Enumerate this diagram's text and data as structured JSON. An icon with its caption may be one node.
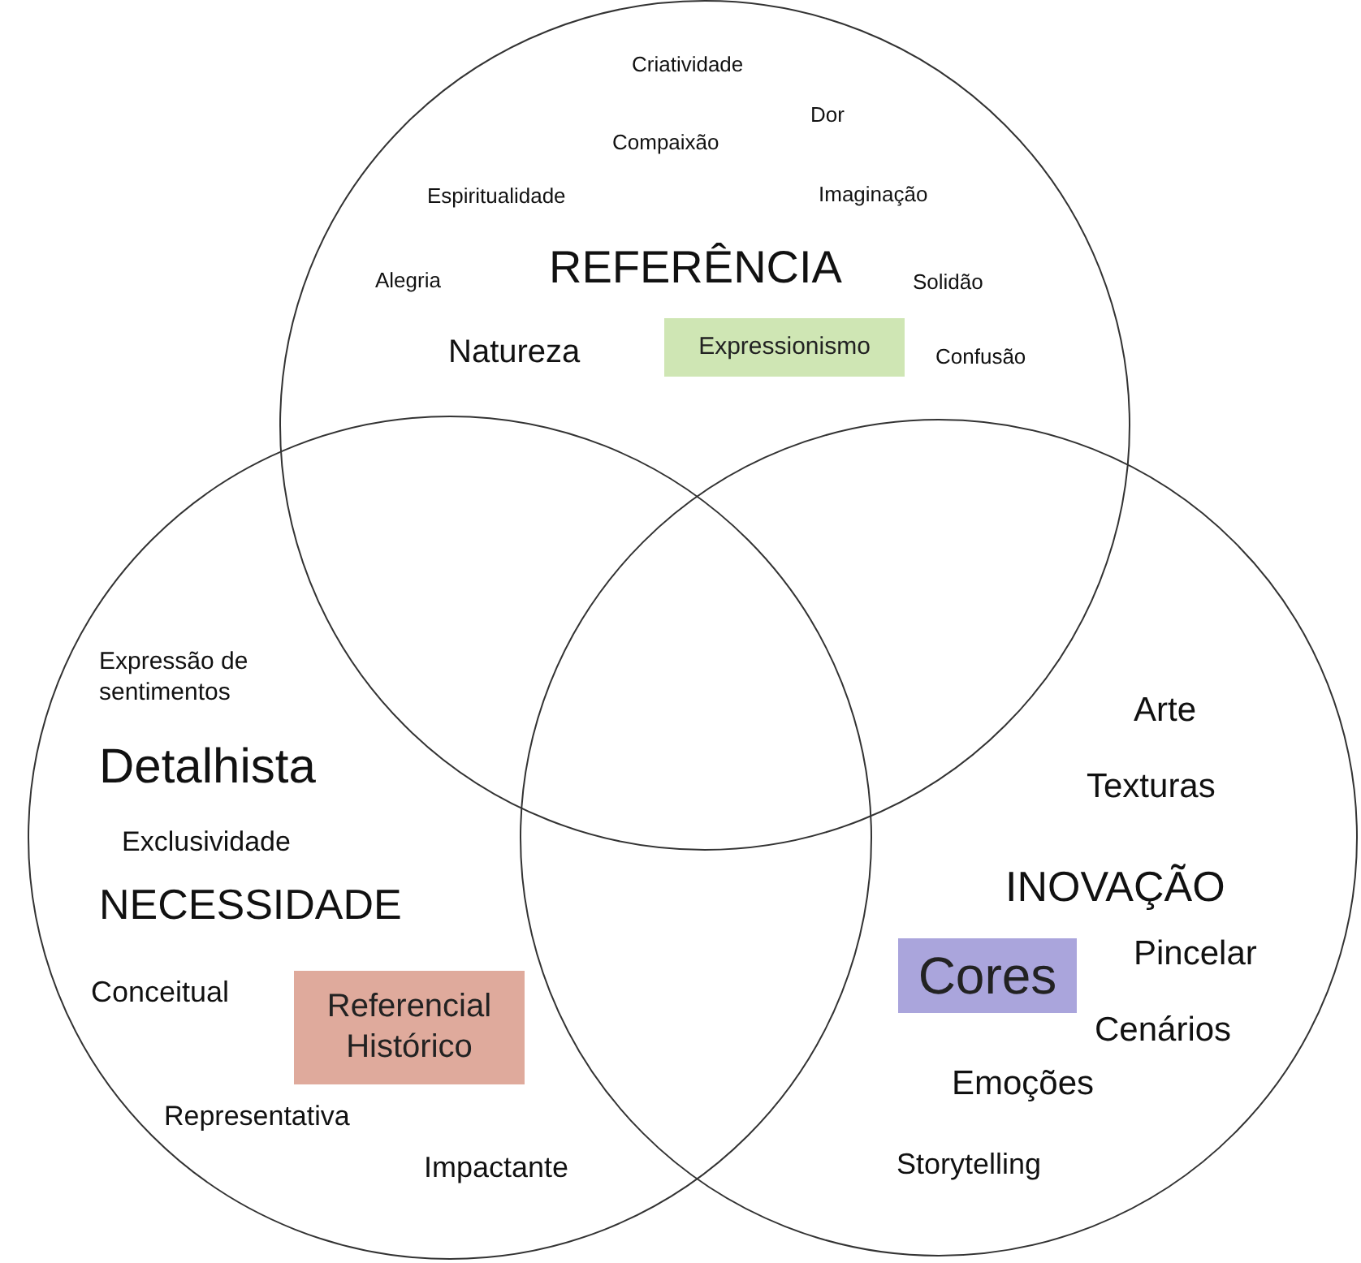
{
  "diagram": {
    "nodes": [
      {
        "text": [
          "Criatividade",
          "Dor",
          "Compaixão",
          "Espiritualidade",
          "Imaginação",
          "Alegria",
          "REFERÊNCIA",
          "Solidão",
          "Natureza",
          "Confusão"
        ]
      },
      {
        "text": [
          "Expressionismo"
        ],
        "in": 0
      },
      {
        "text": [
          "Expressão de sentimentos",
          "Detalhista",
          "Exclusividade",
          "NECESSIDADE",
          "Conceitual",
          "Representativa",
          "Impactante"
        ]
      },
      {
        "text": [
          "Referencial Histórico"
        ],
        "in": 2
      },
      {
        "text": [
          "Arte",
          "Texturas",
          "INOVAÇÃO",
          "Pincelar",
          "Cenários",
          "Emoções",
          "Storytelling"
        ]
      },
      {
        "text": [
          "Cores"
        ],
        "in": 4
      }
    ]
  }
}
